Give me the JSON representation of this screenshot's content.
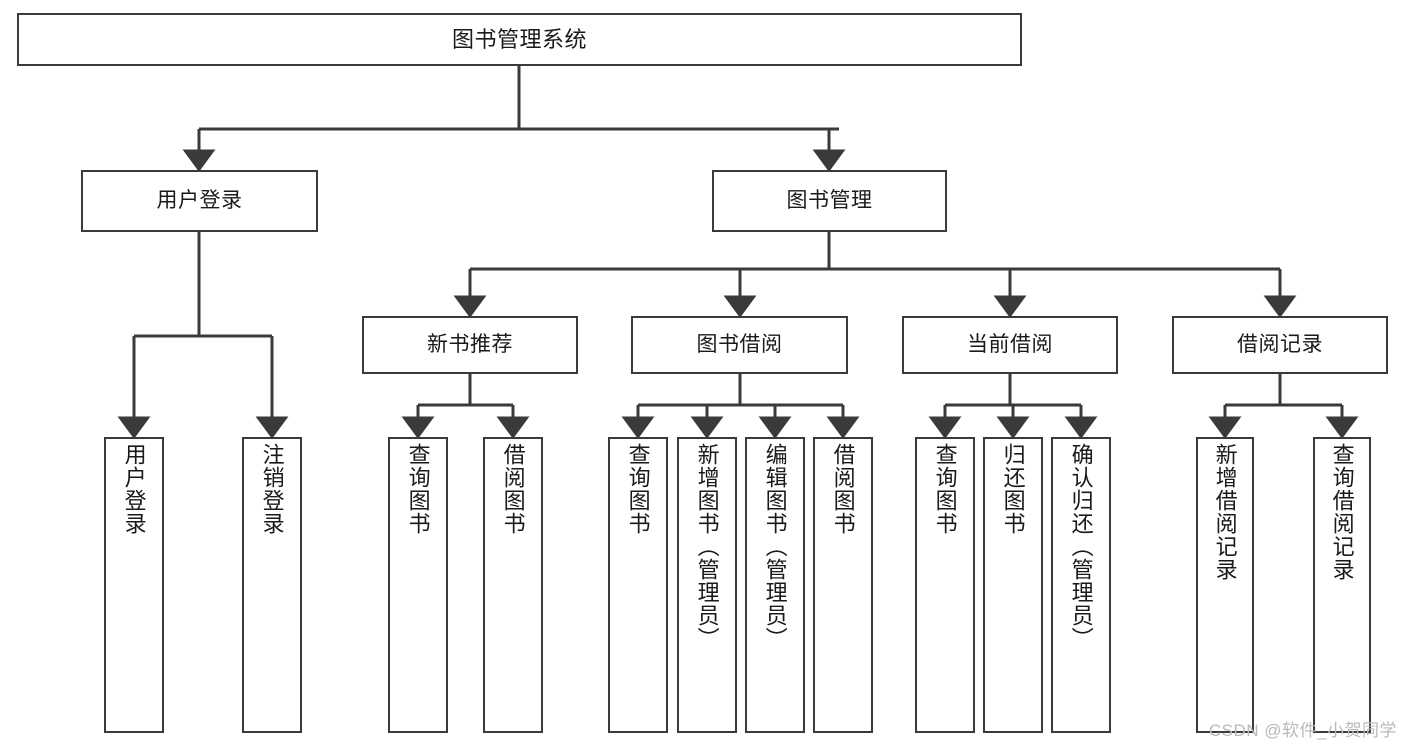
{
  "diagram": {
    "title": "图书管理系统",
    "type": "tree",
    "root": {
      "id": "root",
      "label": "图书管理系统",
      "orientation": "horizontal"
    },
    "level2": [
      {
        "id": "user-login",
        "label": "用户登录",
        "orientation": "horizontal"
      },
      {
        "id": "book-management",
        "label": "图书管理",
        "orientation": "horizontal"
      }
    ],
    "level3": [
      {
        "id": "new-book-recommend",
        "label": "新书推荐",
        "orientation": "horizontal",
        "parent": "book-management"
      },
      {
        "id": "book-borrow",
        "label": "图书借阅",
        "orientation": "horizontal",
        "parent": "book-management"
      },
      {
        "id": "current-borrow",
        "label": "当前借阅",
        "orientation": "horizontal",
        "parent": "book-management"
      },
      {
        "id": "borrow-record",
        "label": "借阅记录",
        "orientation": "horizontal",
        "parent": "book-management"
      }
    ],
    "leaves": [
      {
        "id": "leaf-user-login",
        "label": "用户登录",
        "parent": "user-login"
      },
      {
        "id": "leaf-logout-login",
        "label": "注销登录",
        "parent": "user-login"
      },
      {
        "id": "leaf-query-book-rec",
        "label": "查询图书",
        "parent": "new-book-recommend"
      },
      {
        "id": "leaf-borrow-book-rec",
        "label": "借阅图书",
        "parent": "new-book-recommend"
      },
      {
        "id": "leaf-query-book-borrow",
        "label": "查询图书",
        "parent": "book-borrow"
      },
      {
        "id": "leaf-add-book-admin",
        "label": "新增图书（管理员）",
        "parent": "book-borrow"
      },
      {
        "id": "leaf-edit-book-admin",
        "label": "编辑图书（管理员）",
        "parent": "book-borrow"
      },
      {
        "id": "leaf-borrow-book",
        "label": "借阅图书",
        "parent": "book-borrow"
      },
      {
        "id": "leaf-query-book-current",
        "label": "查询图书",
        "parent": "current-borrow"
      },
      {
        "id": "leaf-return-book",
        "label": "归还图书",
        "parent": "current-borrow"
      },
      {
        "id": "leaf-confirm-return-admin",
        "label": "确认归还（管理员）",
        "parent": "current-borrow"
      },
      {
        "id": "leaf-add-borrow-record",
        "label": "新增借阅记录",
        "parent": "borrow-record"
      },
      {
        "id": "leaf-query-borrow-record",
        "label": "查询借阅记录",
        "parent": "borrow-record"
      }
    ],
    "colors": {
      "stroke": "#3a3a3a",
      "fill": "#ffffff",
      "text": "#1a1a1a",
      "watermark": "#b9b9b9"
    }
  },
  "watermark": {
    "text": "CSDN @软件_小贺同学"
  }
}
